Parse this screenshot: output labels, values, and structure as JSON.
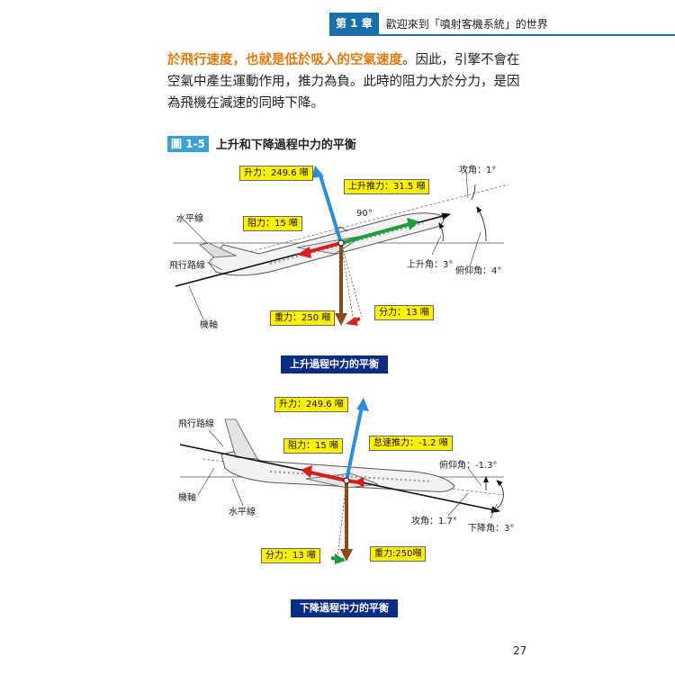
{
  "header": {
    "chapter_label": "第 1 章",
    "title": "歡迎來到「噴射客機系統」的世界"
  },
  "body": {
    "highlight": "於飛行速度，也就是低於吸入的空氣速度",
    "text_rest": "。因此，引擎不會在空氣中產生運動作用，推力為負。此時的阻力大於分力，是因為飛機在減速的同時下降。"
  },
  "figure": {
    "number": "圖 1-5",
    "title": "上升和下降過程中力的平衡"
  },
  "climb": {
    "lift": "升力：249.6 噸",
    "thrust": "上升推力：31.5 噸",
    "drag": "阻力：15 噸",
    "weight": "重力：250 噸",
    "component": "分力：13 噸",
    "horizontal": "水平線",
    "flight_path": "飛行路線",
    "axis": "機軸",
    "right_angle": "90°",
    "attack_angle": "攻角：1°",
    "climb_angle": "上升角：3°",
    "pitch_angle": "俯仰角：4°",
    "caption": "上升過程中力的平衡"
  },
  "descent": {
    "lift": "升力：249.6 噸",
    "thrust": "怠速推力：-1.2 噸",
    "drag": "阻力：15 噸",
    "weight": "重力:250噸",
    "component": "分力：13 噸",
    "flight_path": "飛行路線",
    "axis": "機軸",
    "horizontal": "水平線",
    "pitch_angle": "俯仰角：-1.3°",
    "attack_angle": "攻角：1.7°",
    "descent_angle": "下降角：3°",
    "caption": "下降過程中力的平衡"
  },
  "page_number": "27",
  "colors": {
    "chapter_blue": "#1a6fa8",
    "figure_blue": "#3aa0d8",
    "caption_navy": "#0b2e84",
    "highlight_orange": "#e07a10",
    "label_yellow": "#fff000",
    "lift_blue": "#2a8fd8",
    "thrust_green": "#1f9a3c",
    "drag_red": "#d81e1e",
    "weight_brown": "#8a4a1c"
  }
}
